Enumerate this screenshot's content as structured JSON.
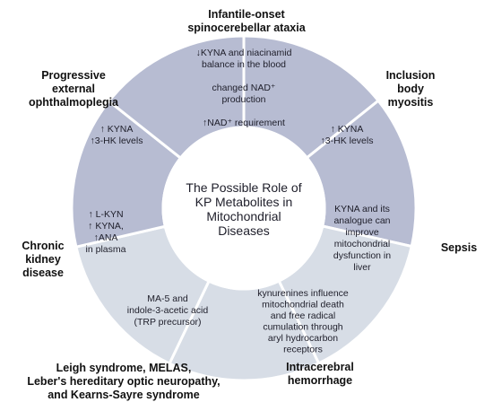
{
  "center": {
    "lines": [
      "The Possible Role of",
      "KP Metabolites in",
      "Mitochondrial",
      "Diseases"
    ]
  },
  "segments": [
    {
      "name": "infantile-onset-spinocerebellar-ataxia",
      "shade": "dark",
      "label": [
        "Infantile-onset",
        "spinocerebellar ataxia"
      ],
      "text": [
        "↓KYNA and niacinamid",
        "balance in the blood",
        "",
        "changed NAD⁺",
        "production",
        "",
        "↑NAD⁺ requirement"
      ]
    },
    {
      "name": "inclusion-body-myositis",
      "shade": "dark",
      "label": [
        "Inclusion",
        "body",
        "myositis"
      ],
      "text": [
        "↑ KYNA",
        "↑3-HK levels"
      ]
    },
    {
      "name": "sepsis",
      "shade": "light",
      "label": [
        "Sepsis"
      ],
      "text": [
        "KYNA and its",
        "analogue can",
        "improve",
        "mitochondrial",
        "dysfunction in",
        "liver"
      ]
    },
    {
      "name": "intracerebral-hemorrhage",
      "shade": "light",
      "label": [
        "Intracerebral",
        "hemorrhage"
      ],
      "text": [
        "kynurenines influence",
        "mitochondrial death",
        "and free radical",
        "cumulation through",
        "aryl hydrocarbon",
        "receptors"
      ]
    },
    {
      "name": "leigh-melas-lhon-kss",
      "shade": "light",
      "label": [
        "Leigh syndrome, MELAS,",
        "Leber's hereditary optic neuropathy,",
        "and Kearns-Sayre syndrome"
      ],
      "text": [
        "MA-5 and",
        "indole-3-acetic acid",
        "(TRP precursor)"
      ]
    },
    {
      "name": "chronic-kidney-disease",
      "shade": "dark",
      "label": [
        "Chronic",
        "kidney",
        "disease"
      ],
      "text": [
        "↑ L-KYN",
        "↑ KYNA,",
        "↑ANA",
        "in plasma"
      ]
    },
    {
      "name": "progressive-external-ophthalmoplegia",
      "shade": "dark",
      "label": [
        "Progressive",
        "external",
        "ophthalmoplegia"
      ],
      "text": [
        "↑ KYNA",
        "↑3-HK levels"
      ]
    }
  ]
}
